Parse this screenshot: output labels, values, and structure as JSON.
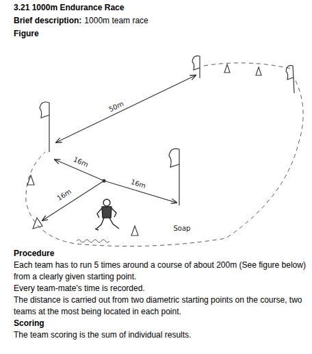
{
  "diagram": {
    "title": "3.21  1000m Endurance Race",
    "labels": [
      "Brief description:",
      "1000m team race",
      "Figure",
      "50m",
      "16m",
      "16m",
      "16m",
      "Soap",
      "Procedure",
      "Each team has to run 5 times around a course of about 200m (See figure below) from a clearly given starting point.",
      "Every team-mate's time is recorded.",
      "The distance is carried out from two diametric starting points on the course, two teams at the most being located in each point.",
      "Scoring",
      "The team scoring is the sum of individual results."
    ]
  }
}
